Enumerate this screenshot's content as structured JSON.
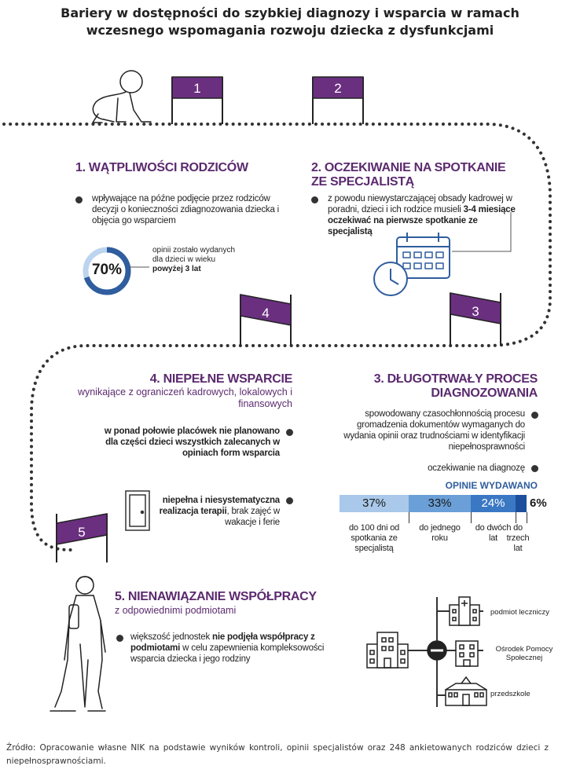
{
  "title": "Bariery w dostępności do szybkiej diagnozy i wsparcia w ramach wczesnego wspomagania rozwoju dziecka z dysfunkcjami",
  "flags": {
    "f1": "1",
    "f2": "2",
    "f3": "3",
    "f4": "4",
    "f5": "5"
  },
  "s1": {
    "title": "1. WĄTPLIWOŚCI RODZICÓW",
    "text": "wpływające na późne podjęcie przez rodziców decyzji o konieczności zdiagnozowania dziecka i objęcia go wsparciem",
    "pct_label": "70%",
    "pct_value": 70,
    "pct_text": "opinii zostało wydanych dla dzieci w wieku",
    "pct_text_bold": "powyżej 3 lat"
  },
  "s2": {
    "title_1": "2. OCZEKIWANIE NA SPOTKANIE",
    "title_2": "ZE SPECJALISTĄ",
    "text": "z powodu niewystarczającej obsady kadrowej w poradni, dzieci i ich rodzice musieli",
    "text_bold": "3-4 miesiące oczekiwać na pierwsze spotkanie ze specjalistą"
  },
  "s3": {
    "title_1": "3. DŁUGOTRWAŁY PROCES",
    "title_2": "DIAGNOZOWANIA",
    "text": "spowodowany czasochłonnością procesu gromadzenia dokumentów wymaganych do wydania opinii oraz trudnościami w identyfikacji niepełnosprawności",
    "wait_text": "oczekiwanie na diagnozę",
    "chart_title": "OPINIE WYDAWANO"
  },
  "s4": {
    "title": "4. NIEPEŁNE WSPARCIE",
    "sub": "wynikające z ograniczeń kadrowych, lokalowych i finansowych",
    "text1": "w ponad połowie placówek nie planowano dla części dzieci wszystkich zalecanych w opiniach form wsparcia",
    "text2_bold": "niepełna i niesystematyczna realizacja terapii",
    "text2": ", brak zajęć w wakacje i ferie"
  },
  "s5": {
    "title": "5. NIENAWIĄZANIE WSPÓŁPRACY",
    "sub": "z odpowiednimi podmiotami",
    "text_1": "większość jednostek",
    "text_bold": "nie podjęła współpracy z podmiotami",
    "text_2": "w celu zapewnienia kompleksowości wsparcia dziecka i jego rodziny",
    "entities": [
      "podmiot leczniczy",
      "Ośrodek Pomocy Społecznej",
      "przedszkole"
    ]
  },
  "chart_data": {
    "type": "bar",
    "title": "OPINIE WYDAWANO",
    "categories": [
      "do 100 dni od spotkania ze specjalistą",
      "do jednego roku",
      "do dwóch lat",
      "do trzech lat"
    ],
    "values": [
      37,
      33,
      24,
      6
    ],
    "value_labels": [
      "37%",
      "33%",
      "24%",
      "6%"
    ],
    "colors": [
      "#a9c8ea",
      "#6a9fd8",
      "#3a78c4",
      "#1d4f9c"
    ],
    "stacked": true,
    "xlabel": "",
    "ylabel": ""
  },
  "source": "Źródło: Opracowanie własne NIK na podstawie wyników kontroli, opinii specjalistów oraz 248 ankietowanych rodziców dzieci z niepełnosprawnościami.",
  "colors": {
    "purple": "#6b2f80",
    "title_purple": "#5b2a6e",
    "blue": "#2f5d9e",
    "light_blue": "#7aa6d8"
  }
}
